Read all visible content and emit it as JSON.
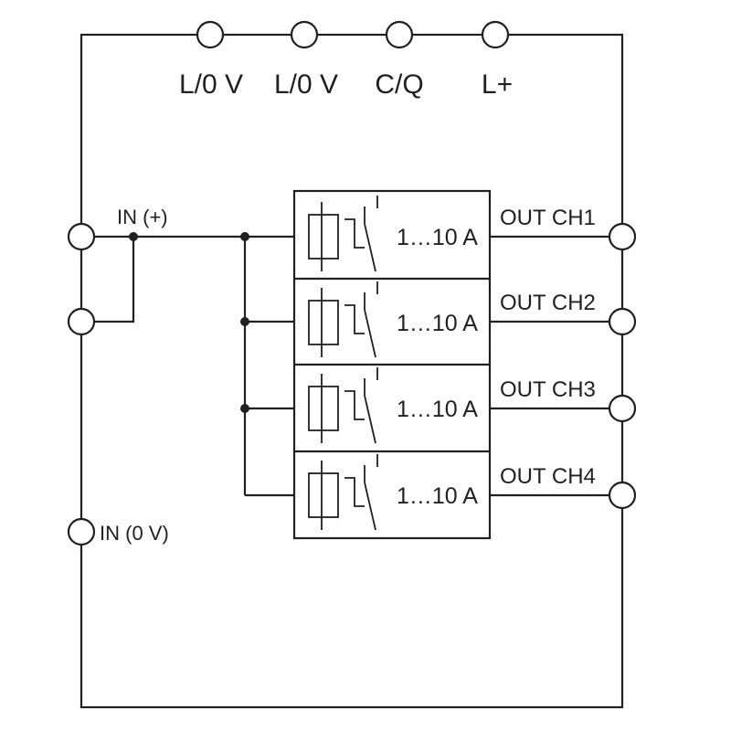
{
  "supply_terminals": [
    {
      "label": "L/0 V"
    },
    {
      "label": "L/0 V"
    },
    {
      "label": "C/Q"
    },
    {
      "label": "L+"
    }
  ],
  "inputs": {
    "positive_label": "IN (+)",
    "zero_label": "IN (0 V)"
  },
  "channels": [
    {
      "output_label": "OUT CH1",
      "current_range": "1…10 A"
    },
    {
      "output_label": "OUT CH2",
      "current_range": "1…10 A"
    },
    {
      "output_label": "OUT CH3",
      "current_range": "1…10 A"
    },
    {
      "output_label": "OUT CH4",
      "current_range": "1…10 A"
    }
  ],
  "colors": {
    "line": "#231f20",
    "background": "#ffffff"
  }
}
